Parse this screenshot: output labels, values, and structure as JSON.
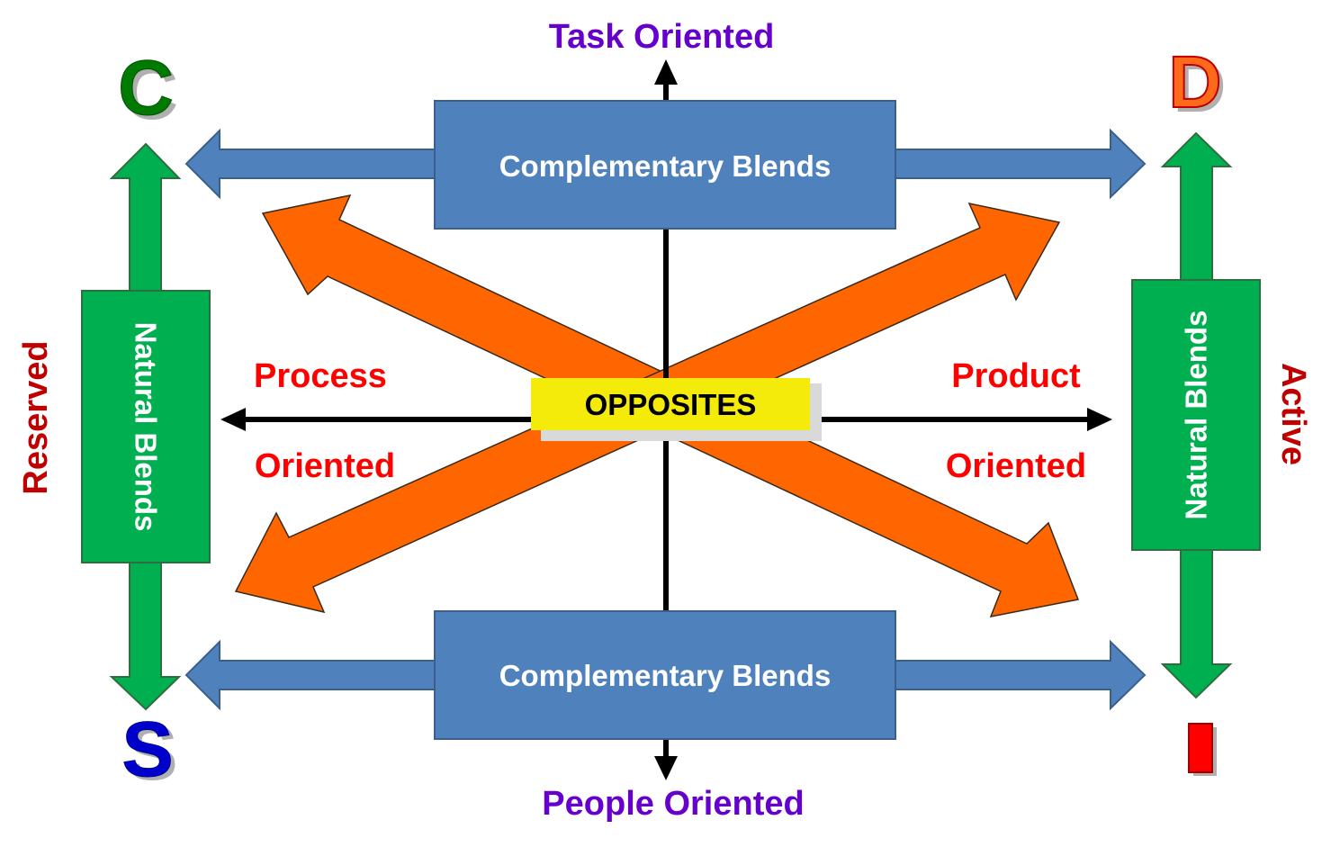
{
  "axes": {
    "top": "Task Oriented",
    "bottom": "People Oriented",
    "left_line1": "Process",
    "left_line2": "Oriented",
    "right_line1": "Product",
    "right_line2": "Oriented"
  },
  "side_labels": {
    "left": "Reserved",
    "right": "Active"
  },
  "corners": {
    "top_left": "C",
    "top_right": "D",
    "bottom_left": "S",
    "bottom_right": "I"
  },
  "blends": {
    "top": "Complementary Blends",
    "bottom": "Complementary Blends",
    "left": "Natural Blends",
    "right": "Natural Blends"
  },
  "center_label": "OPPOSITES",
  "colors": {
    "purple": "#6600cc",
    "red": "#ff0000",
    "dark_red": "#c00000",
    "blue_box": "#4f81bd",
    "green_box": "#00b050",
    "orange": "#ff6600",
    "yellow": "#f5eb0a",
    "c_green": "#007a00",
    "d_orange": "#ff6a1a",
    "s_blue": "#0000cc"
  }
}
